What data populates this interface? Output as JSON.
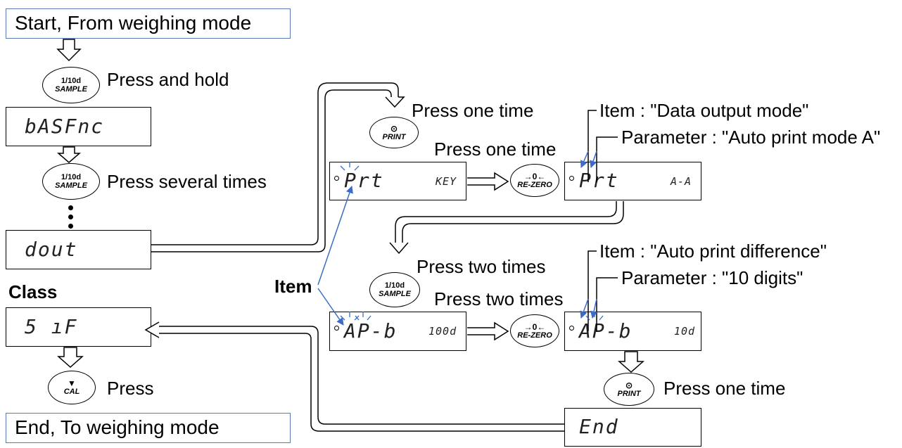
{
  "start_box": "Start, From weighing mode",
  "end_box": "End, To weighing mode",
  "class_heading": "Class",
  "item_label": "Item",
  "keys": {
    "sample_top": "1/10d",
    "sample_bottom": "SAMPLE",
    "print_symbol": "⊙",
    "print_label": "PRINT",
    "rezero_symbol": "→0←",
    "rezero_label": "RE-ZERO",
    "cal_symbol": "▼",
    "cal_label": "CAL"
  },
  "actions": {
    "press_and_hold": "Press and hold",
    "press_several": "Press several times",
    "press": "Press",
    "press_one_1": "Press one time",
    "press_one_2": "Press one time",
    "press_two_1": "Press two times",
    "press_two_2": "Press two times",
    "press_one_3": "Press one time"
  },
  "displays": {
    "basfnc": "bASFnc",
    "dout": "dout",
    "sif": "5 ıF",
    "prt1_main": "Prt",
    "prt1_param": "KEY",
    "prt2_main": "Prt",
    "prt2_param": "A-A",
    "apb1_main": "AP-b",
    "apb1_param": "100d",
    "apb2_main": "AP-b",
    "apb2_param": "10d",
    "end": "End"
  },
  "annotations": {
    "item_data_output": "Item : \"Data output mode\"",
    "param_auto_print_a": "Parameter : \"Auto print mode A\"",
    "item_auto_print_diff": "Item : \"Auto print difference\"",
    "param_10_digits": "Parameter : \"10 digits\""
  },
  "colors": {
    "box_border": "#5a78b4",
    "indicator_blue": "#3a6cc8",
    "line": "#000000"
  }
}
